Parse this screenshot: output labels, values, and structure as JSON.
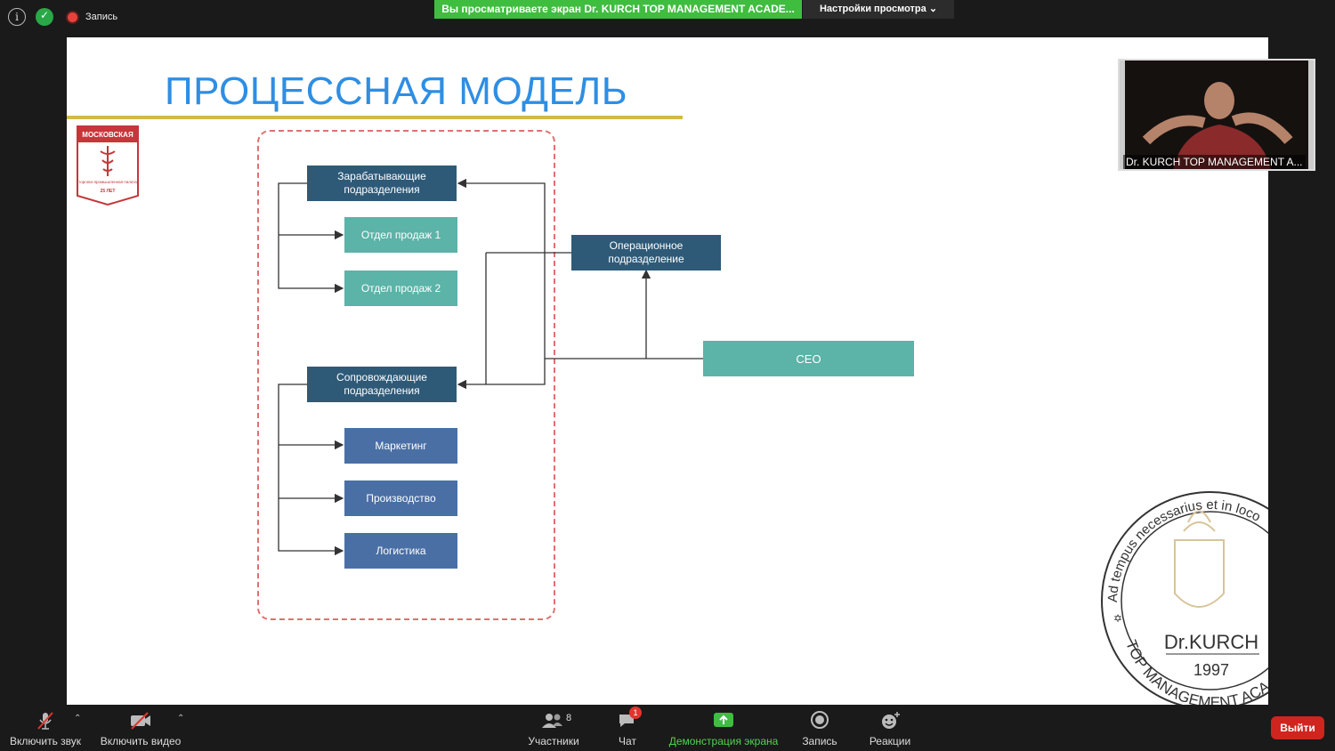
{
  "topbar": {
    "info_icon": "i",
    "recording_label": "Запись",
    "share_banner": "Вы просматриваете экран Dr. KURCH TOP MANAGEMENT ACADE...",
    "view_settings": "Настройки просмотра ⌄"
  },
  "slide": {
    "title": "ПРОЦЕССНАЯ МОДЕЛЬ",
    "logo_text": {
      "top": "МОСКОВСКАЯ",
      "body": "торгово-промышленная палата",
      "years": "25 ЛЕТ"
    },
    "nodes": {
      "earning": "Зарабатывающие подразделения",
      "sales1": "Отдел продаж 1",
      "sales2": "Отдел продаж 2",
      "supporting": "Сопровождающие подразделения",
      "marketing": "Маркетинг",
      "production": "Производство",
      "logistics": "Логистика",
      "operational": "Операционное подразделение",
      "ceo": "CEO"
    },
    "seal": {
      "arc_text": "Ad tempus necessarius et in loco",
      "brand": "Dr.KURCH",
      "year": "1997",
      "bottom_arc": "TOP MANAGEMENT ACA"
    }
  },
  "selfview": {
    "name": "Dr. KURCH TOP MANAGEMENT A..."
  },
  "toolbar": {
    "unmute": "Включить звук",
    "start_video": "Включить видео",
    "participants": "Участники",
    "participants_count": "8",
    "chat": "Чат",
    "chat_badge": "1",
    "share_screen": "Демонстрация экрана",
    "record": "Запись",
    "reactions": "Реакции",
    "leave": "Выйти"
  },
  "colors": {
    "share_green": "#3fbd3f",
    "title_blue": "#2e8ee3",
    "node_dark": "#2e5a78",
    "node_teal": "#5cb3a8",
    "node_blue": "#4a6fa5",
    "leave_red": "#d0241e"
  }
}
